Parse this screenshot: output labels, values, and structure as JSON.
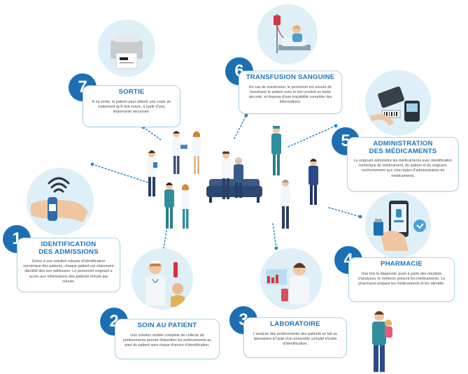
{
  "steps": [
    {
      "number": "1",
      "title_line1": "IDENTIFICATION",
      "title_line2": "DES ADMISSIONS",
      "text": "Grâce à une solution robuste d'identification numérique des patients, chaque patient est clairement identifié dès son admission. Le personnel soignant a accès aux informations des patients minute par minute."
    },
    {
      "number": "2",
      "title": "SOIN AU PATIENT",
      "text": "Une solution mobile complète de collecte de prélèvements permet d'identifier les prélèvements au pied du patient sans risque d'erreur d'identification."
    },
    {
      "number": "3",
      "title": "LABORATOIRE",
      "text": "L'analyse des prélèvements des patients se fait au laboratoire à l'aide d'un ensemble complet d'outils d'identification."
    },
    {
      "number": "4",
      "title": "PHARMACIE",
      "text": "Une fois le diagnostic posé à partir des résultats d'analyses, le médecin prescrit les médicaments. La pharmacie prépare les médicaments et les identifie."
    },
    {
      "number": "5",
      "title_line1": "ADMINISTRATION",
      "title_line2": "DES MÉDICAMENTS",
      "text": "Le soignant administre les médicaments avec identification numérique du médicament, du patient et du soignant, conformément aux cinq règles d'administration de médicaments."
    },
    {
      "number": "6",
      "title": "TRANSFUSION SANGUINE",
      "text": "En cas de transfusion, le personnel est assuré de transfuser le patient avec le bon produit en toute sécurité, et dispose d'une traçabilité complète des informations."
    },
    {
      "number": "7",
      "title": "SORTIE",
      "text": "À sa sortie, le patient peut obtenir une copie du traitement qu'il doit suivre, à partir d'une imprimante sécurisée."
    }
  ],
  "colors": {
    "badge": "#1c6fb3",
    "title": "#1b75bb",
    "card_border": "#a9d3ea",
    "circle_bg": "#dfeff8",
    "dots": "#2d8cc8",
    "scrubs": "#2f8f9d",
    "suit": "#2a4a8a"
  },
  "icons": {
    "step1": "wristband-scan-icon",
    "step2": "nurse-blood-sample-icon",
    "step3": "lab-technician-icon",
    "step4": "smartphone-pharmacy-icon",
    "step5": "barcode-scanner-icon",
    "step6": "patient-transfusion-icon",
    "step7": "printer-icon"
  }
}
